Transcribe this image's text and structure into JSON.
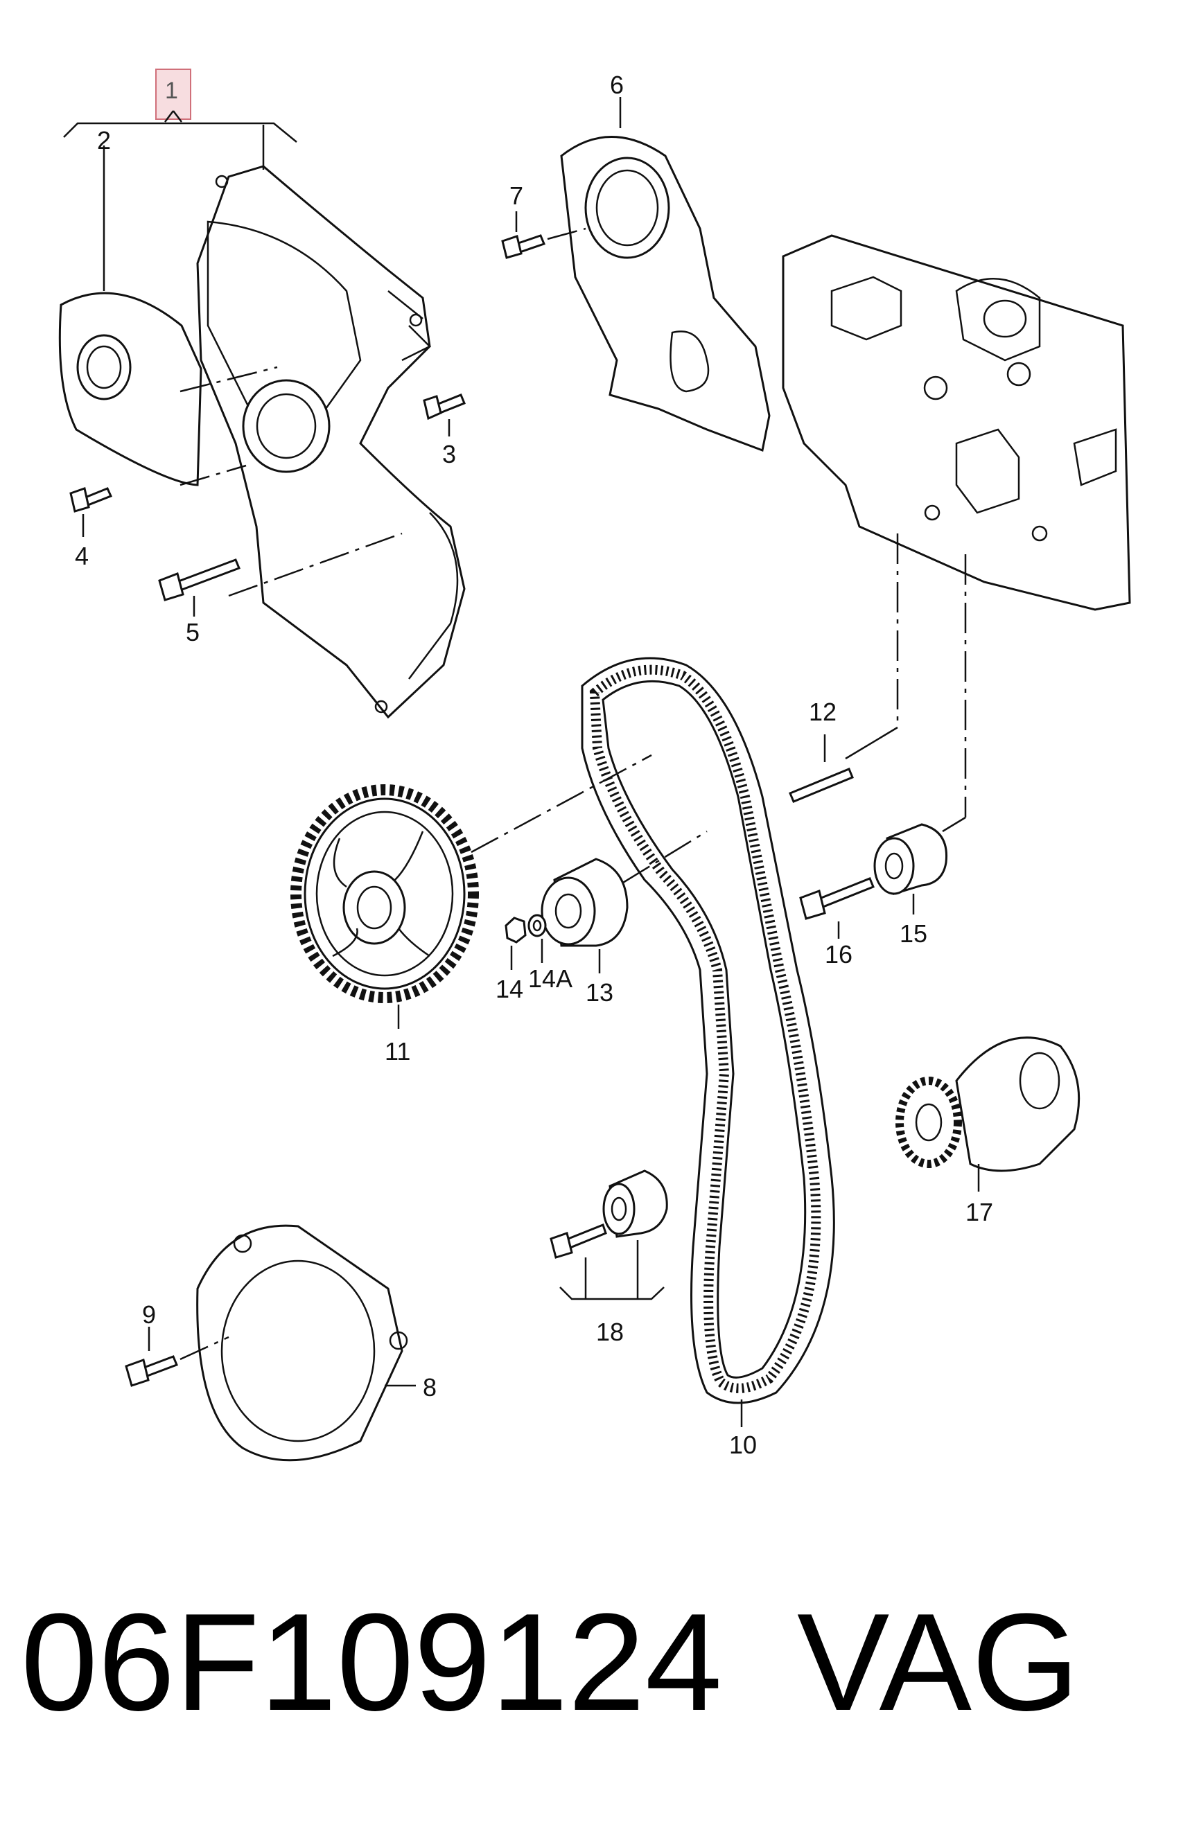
{
  "callouts": {
    "c1": "1",
    "c2": "2",
    "c3": "3",
    "c4": "4",
    "c5": "5",
    "c6": "6",
    "c7": "7",
    "c8": "8",
    "c9": "9",
    "c10": "10",
    "c11": "11",
    "c12": "12",
    "c13": "13",
    "c14": "14",
    "c14a": "14A",
    "c15": "15",
    "c16": "16",
    "c17": "17",
    "c18": "18"
  },
  "footer": {
    "part_number": "06F109124",
    "brand": "VAG"
  },
  "colors": {
    "line": "#111111",
    "highlight_fill": "#f7dde0",
    "highlight_stroke": "#d0707a",
    "background": "#ffffff"
  }
}
